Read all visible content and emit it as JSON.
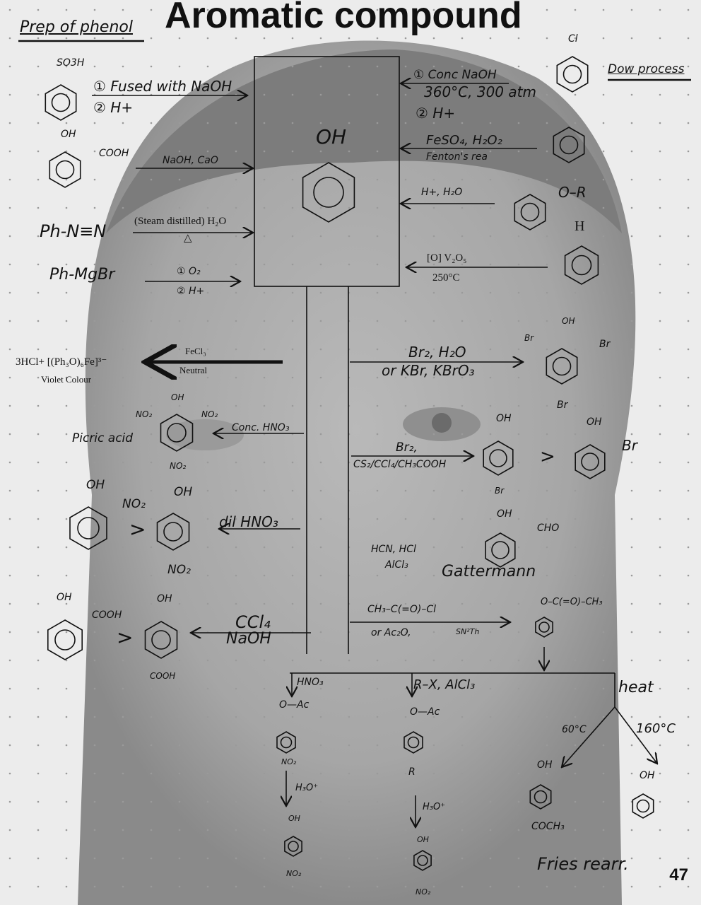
{
  "title": "Aromatic compound",
  "heading": "Prep of phenol",
  "dow_label": "Dow process",
  "page_number": "47",
  "center_product": "OH",
  "preparations": {
    "so3h": {
      "substituent": "SO3H",
      "step1": "① Fused with NaOH",
      "step2": "② H+"
    },
    "salicylic": {
      "oh": "OH",
      "cooh": "COOH",
      "reagent": "NaOH, CaO"
    },
    "diazonium": {
      "reactant": "Ph-N≡N",
      "reagent": "(Steam distilled) H₂O",
      "condition": "△"
    },
    "grignard": {
      "reactant": "Ph-MgBr",
      "step1": "① O₂",
      "step2": "② H+"
    },
    "dow": {
      "substituent": "Cl",
      "step1": "① Conc NaOH",
      "cond": "360°C, 300 atm",
      "step2": "② H+"
    },
    "fenton": {
      "reagent": "FeSO₄, H₂O₂",
      "name": "Fenton's rea"
    },
    "ether": {
      "reagent": "H+, H₂O",
      "group": "O–R"
    },
    "cumene": {
      "substituent": "H",
      "reagent": "[O] V₂O₅",
      "cond": "250°C"
    }
  },
  "reactions": {
    "fecl3": {
      "product": "3HCl+ [(Ph₃O)₆Fe]³⁻",
      "reagent": "FeCl₃",
      "cond": "Neutral",
      "note": "Violet Colour"
    },
    "bromine_water": {
      "reagent": "Br₂, H₂O",
      "alt": "or KBr, KBrO₃",
      "oh": "OH",
      "br1": "Br",
      "br2": "Br",
      "br3": "Br"
    },
    "picric": {
      "name": "Picric acid",
      "reagent": "Conc. HNO₃",
      "oh": "OH",
      "no2a": "NO₂",
      "no2b": "NO₂",
      "no2c": "NO₂"
    },
    "bromination": {
      "reagent": "Br₂,",
      "solvent": "CS₂/CCl₄/CH₃COOH",
      "oh1": "OH",
      "br1": "Br",
      "gt": ">",
      "oh2": "OH",
      "br2": "Br"
    },
    "dil_nitration": {
      "reagent": "dil HNO₃",
      "oh1": "OH",
      "no2a": "NO₂",
      "gt": ">",
      "oh2": "OH",
      "no2b": "NO₂"
    },
    "gattermann": {
      "reagent": "HCN, HCl",
      "cat": "AlCl₃",
      "oh": "OH",
      "cho": "CHO",
      "name": "Gattermann"
    },
    "kolbe": {
      "reagent": "CCl₄",
      "base": "NaOH",
      "oh1": "OH",
      "cooh1": "COOH",
      "gt": ">",
      "oh2": "OH",
      "cooh2": "COOH"
    },
    "acylation": {
      "reagent": "CH₃–C(=O)–Cl",
      "alt": "or Ac₂O,",
      "mech": "SN²Th",
      "product": "O–C(=O)–CH₃"
    }
  },
  "fries": {
    "branch1": {
      "reagent": "HNO₃",
      "group": "O—Ac",
      "sub": "NO₂",
      "hydrolysis": "H₃O⁺",
      "oh": "OH",
      "final": "NO₂"
    },
    "branch2": {
      "reagent": "R–X, AlCl₃",
      "group": "O—Ac",
      "sub": "R",
      "hydrolysis": "H₃O⁺",
      "oh": "OH",
      "final": "NO₂"
    },
    "branch3": {
      "reagent": "heat",
      "low": "60°C",
      "high": "160°C",
      "oh1": "OH",
      "sub": "COCH₃",
      "oh2": "OH",
      "name": "Fries rearr."
    }
  }
}
